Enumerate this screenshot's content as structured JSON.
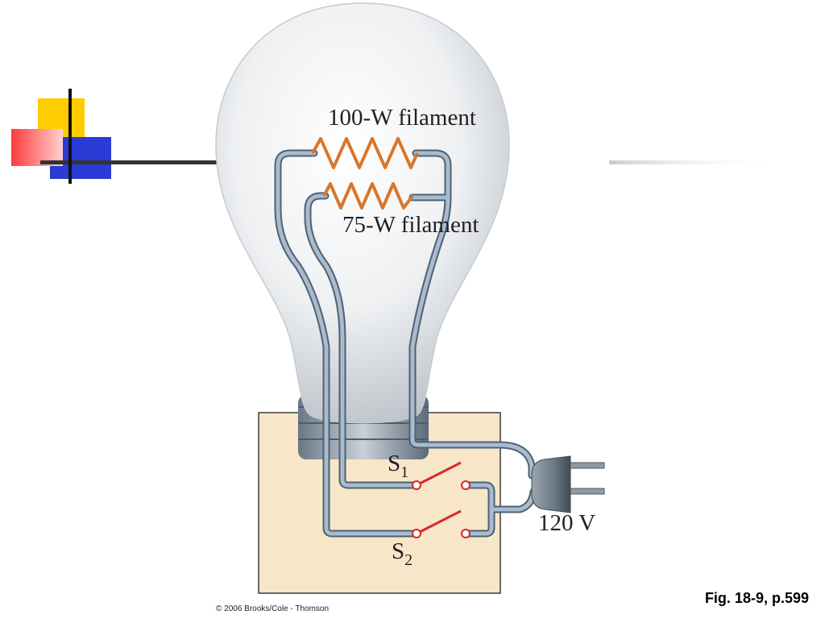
{
  "labels": {
    "filament_100w": "100-W filament",
    "filament_75w": "75-W filament",
    "switch_1": "S",
    "switch_1_sub": "1",
    "switch_2": "S",
    "switch_2_sub": "2",
    "voltage": "120 V"
  },
  "caption": "Fig. 18-9, p.599",
  "copyright": "© 2006 Brooks/Cole - Thomson",
  "colors": {
    "filament": "#d9762b",
    "switch_blade": "#d62a2a",
    "wire": "#9fb2c4",
    "wire_outline": "#4d6275",
    "base_box": "#f7e6c8",
    "accent_yellow": "#ffcc00",
    "accent_red": "#ff3b3b",
    "accent_blue": "#2a3bd6"
  }
}
